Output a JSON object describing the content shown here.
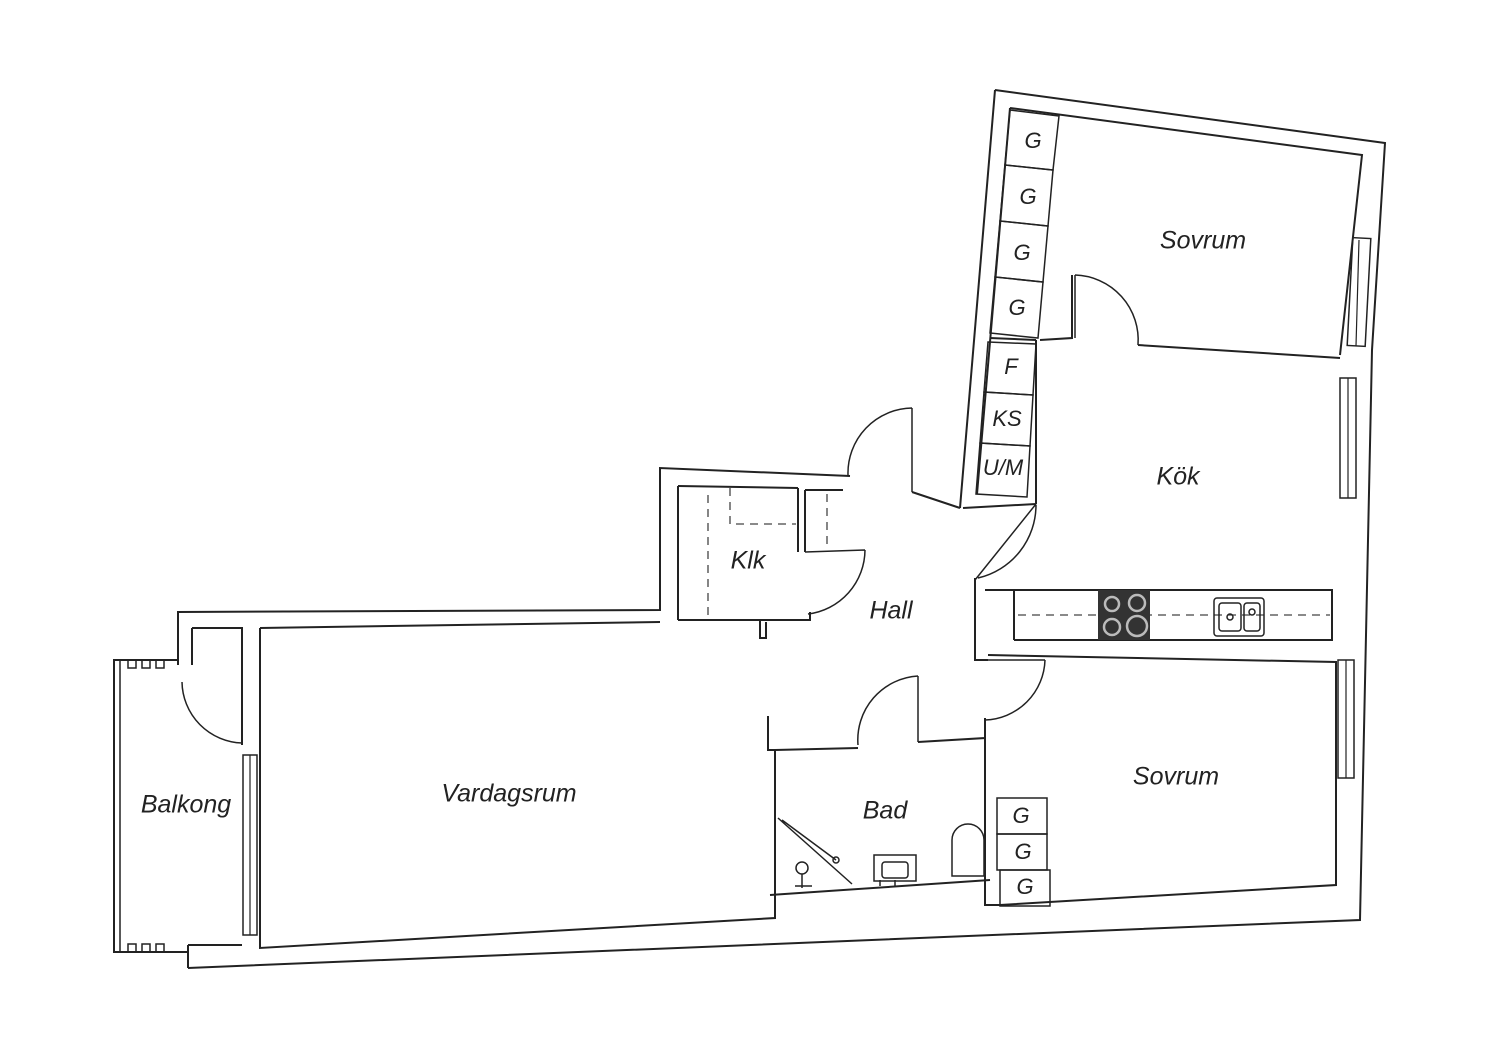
{
  "rooms": {
    "sovrum_1": "Sovrum",
    "kok": "Kök",
    "klk": "Klk",
    "hall": "Hall",
    "vardagsrum": "Vardagsrum",
    "bad": "Bad",
    "sovrum_2": "Sovrum",
    "balkong": "Balkong"
  },
  "fixtures": {
    "wardrobe_upper": [
      "G",
      "G",
      "G",
      "G"
    ],
    "kitchen_units": [
      "F",
      "KS",
      "U/M"
    ],
    "wardrobe_lower": [
      "G",
      "G",
      "G"
    ]
  }
}
